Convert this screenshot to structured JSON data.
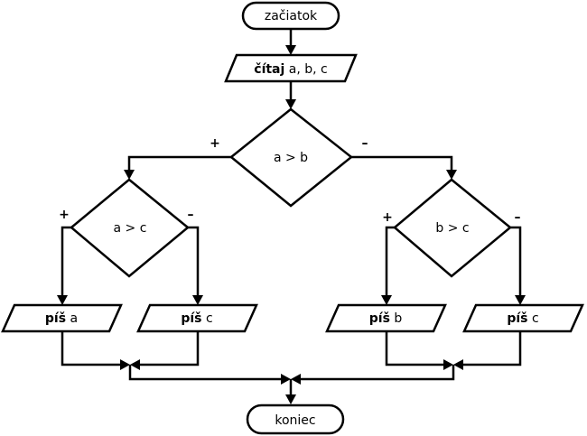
{
  "flowchart": {
    "start": "začiatok",
    "input": {
      "keyword": "čítaj",
      "args": " a, b, c"
    },
    "decision_main": "a > b",
    "decision_left": "a > c",
    "decision_right": "b > c",
    "output_keyword": "píš",
    "outputs": [
      " a",
      " c",
      " b",
      " c"
    ],
    "branch_yes": "+",
    "branch_no": "–",
    "end": "koniec"
  }
}
